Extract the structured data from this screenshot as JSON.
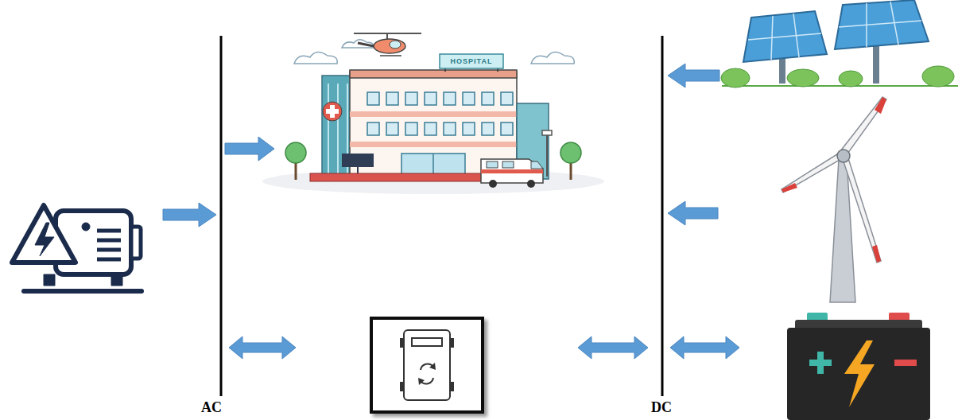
{
  "diagram": {
    "labels": [
      "AC",
      "DC",
      "HOSPITAL"
    ]
  }
}
